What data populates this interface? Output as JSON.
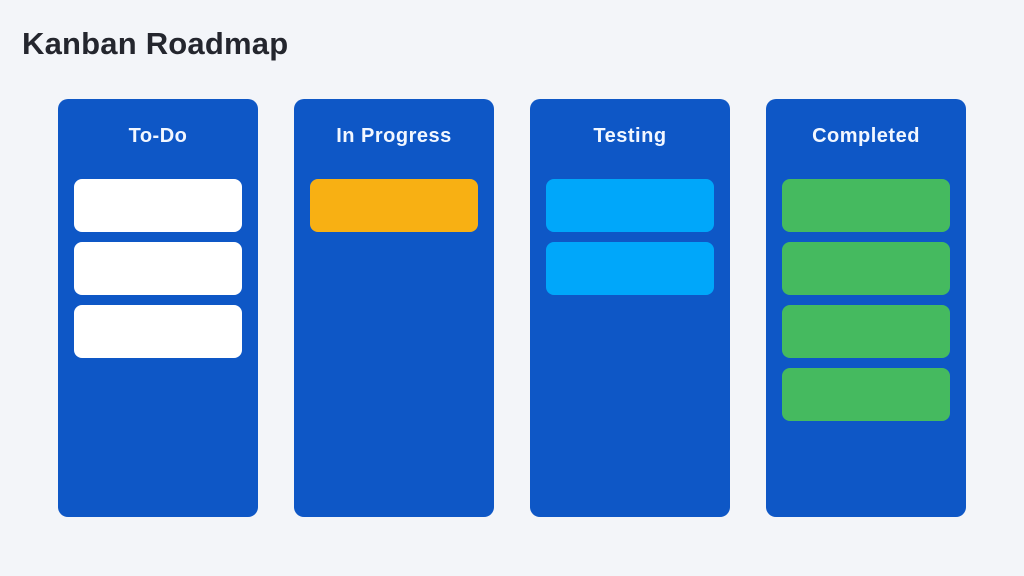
{
  "page": {
    "title": "Kanban Roadmap",
    "background_color": "#f3f5f9",
    "title_color": "#24262e"
  },
  "board": {
    "column_color": "#0e57c6",
    "header_text_color": "#f2f7ff",
    "columns": [
      {
        "id": "todo",
        "label": "To-Do",
        "card_color": "#ffffff",
        "card_count": 3
      },
      {
        "id": "in-progress",
        "label": "In Progress",
        "card_color": "#f8b013",
        "card_count": 1
      },
      {
        "id": "testing",
        "label": "Testing",
        "card_color": "#00a7fa",
        "card_count": 2
      },
      {
        "id": "completed",
        "label": "Completed",
        "card_color": "#45ba5f",
        "card_count": 4
      }
    ]
  }
}
